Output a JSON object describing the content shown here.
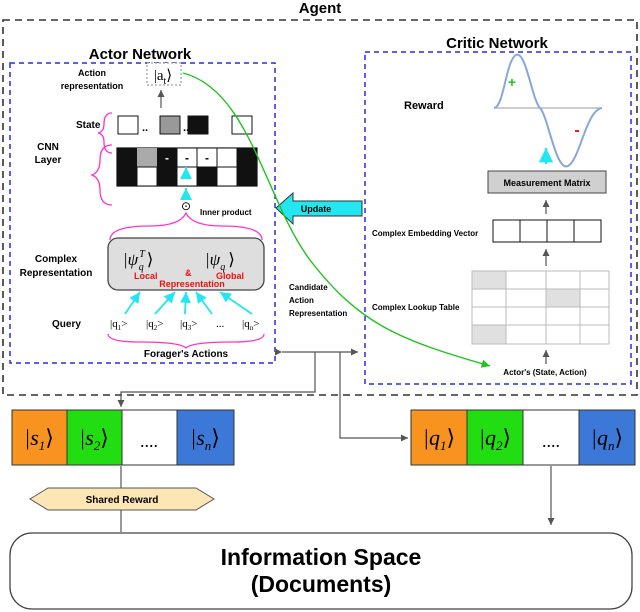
{
  "agent": {
    "title": "Agent"
  },
  "actor": {
    "title": "Actor Network",
    "action_label": "Action representation",
    "action_symbol": "|a",
    "action_sub": "t",
    "action_close": "⟩",
    "state_label": "State",
    "state_dots": "..",
    "cnn_label": "CNN Layer",
    "cnn_dash": "-",
    "inner_product_label": "Inner product",
    "inner_product_symbol": "⊙",
    "complex_rep_label": "Complex Representation",
    "psi_local_text": "|ψ",
    "psi_local_sup": "T",
    "psi_local_sub": "q",
    "psi_close": "⟩",
    "psi_global_text": "|ψ",
    "psi_global_sub": "q",
    "local_label": "Local",
    "amp_label": "&",
    "global_label": "Global",
    "representation_label": "Representation",
    "query_label": "Query",
    "query_items": [
      {
        "pre": "|q",
        "sub": "1",
        "post": ">"
      },
      {
        "pre": "|q",
        "sub": "2",
        "post": ">"
      },
      {
        "pre": "|q",
        "sub": "3",
        "post": ">"
      },
      {
        "pre": "...",
        "sub": "",
        "post": ""
      },
      {
        "pre": "|q",
        "sub": "n",
        "post": ">"
      }
    ],
    "forager_label": "Forager's Actions"
  },
  "critic": {
    "title": "Critic Network",
    "reward_label": "Reward",
    "plus": "+",
    "minus": "-",
    "measurement_label": "Measurement Matrix",
    "embedding_label": "Complex Embedding Vector",
    "lookup_label": "Complex Lookup Table",
    "actor_state_label": "Actor's (State, Action)"
  },
  "update_label": "Update",
  "candidate_label": "Candidate Action Representation",
  "state_bar": [
    {
      "pre": "|s",
      "sub": "1",
      "post": "⟩",
      "color": "#f7931e"
    },
    {
      "pre": "|s",
      "sub": "2",
      "post": "⟩",
      "color": "#22dd11"
    },
    {
      "pre": "....",
      "sub": "",
      "post": "",
      "color": "#ffffff"
    },
    {
      "pre": "|s",
      "sub": "n",
      "post": "⟩",
      "color": "#3c78d8"
    }
  ],
  "query_bar": [
    {
      "pre": "|q",
      "sub": "1",
      "post": "⟩",
      "color": "#f7931e"
    },
    {
      "pre": "|q",
      "sub": "2",
      "post": "⟩",
      "color": "#22dd11"
    },
    {
      "pre": "....",
      "sub": "",
      "post": "",
      "color": "#ffffff"
    },
    {
      "pre": "|q",
      "sub": "n",
      "post": "⟩",
      "color": "#3c78d8"
    }
  ],
  "shared_reward_label": "Shared Reward",
  "info_space": {
    "line1": "Information Space",
    "line2": "(Documents)"
  },
  "colors": {
    "blue_dash": "#2a2ae0",
    "green_arrow": "#1fc41f",
    "cyan_arrow": "#22e6f0",
    "magenta": "#ff33cc",
    "red_text": "#ee1111",
    "update_fill": "#22e6f0",
    "shared_reward_fill": "#fde6b6"
  }
}
